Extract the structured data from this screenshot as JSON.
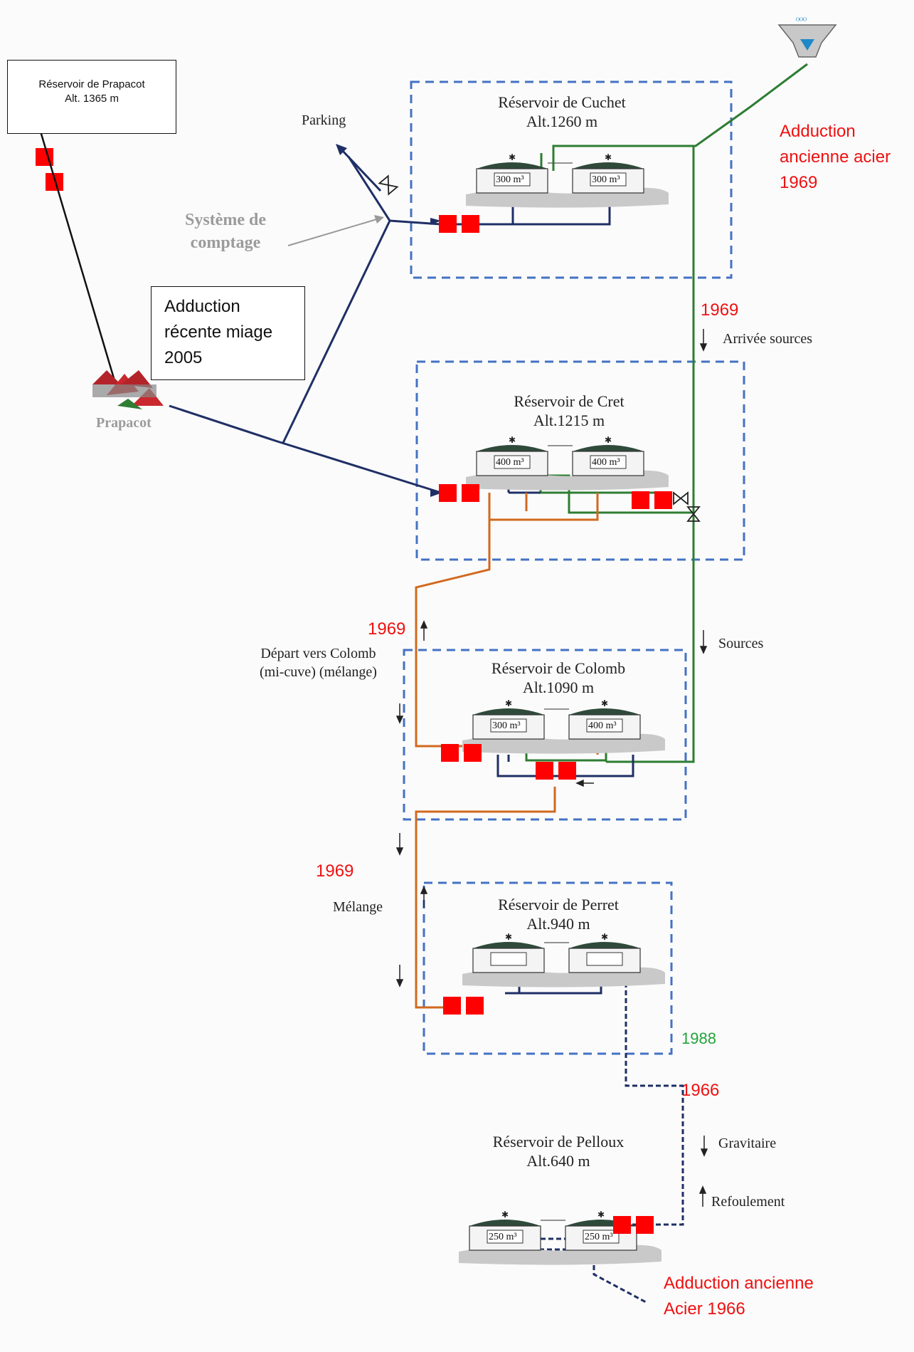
{
  "boxes": {
    "prapacot_reservoir": {
      "line1": "Réservoir de Prapacot",
      "line2": "Alt. 1365 m"
    },
    "adduction_recente": {
      "line1": "Adduction",
      "line2": "récente miage",
      "line3": "2005"
    }
  },
  "reservoirs": {
    "cuchet": {
      "name": "Réservoir de Cuchet",
      "alt": "Alt.1260 m",
      "tank1": "300 m³",
      "tank2": "300 m³"
    },
    "cret": {
      "name": "Réservoir de Cret",
      "alt": "Alt.1215 m",
      "tank1": "400 m³",
      "tank2": "400 m³"
    },
    "colomb": {
      "name": "Réservoir de Colomb",
      "alt": "Alt.1090 m",
      "tank1": "300 m³",
      "tank2": "400 m³"
    },
    "perret": {
      "name": "Réservoir de Perret",
      "alt": "Alt.940 m"
    },
    "pelloux": {
      "name": "Réservoir de Pelloux",
      "alt": "Alt.640 m",
      "tank1": "250 m³",
      "tank2": "250 m³"
    }
  },
  "labels": {
    "parking": "Parking",
    "systeme_line1": "Système de",
    "systeme_line2": "comptage",
    "prapacot": "Prapacot",
    "arrivee_sources": "Arrivée sources",
    "sources": "Sources",
    "depart_line1": "Départ vers Colomb",
    "depart_line2": "(mi-cuve) (mélange)",
    "melange": "Mélange",
    "gravitaire": "Gravitaire",
    "refoulement": "Refoulement"
  },
  "annotations": {
    "adduction_ancienne_1969_line1": "Adduction",
    "adduction_ancienne_1969_line2": "ancienne  acier",
    "adduction_ancienne_1969_line3": "1969",
    "year_1969_a": "1969",
    "year_1969_b": "1969",
    "year_1969_c": "1969",
    "year_1988": "1988",
    "year_1966": "1966",
    "adduction_ancienne_1966_line1": "Adduction ancienne",
    "adduction_ancienne_1966_line2": "Acier 1966"
  },
  "colors": {
    "frame_dash": "#4472c4",
    "pipe_navy": "#1f2f66",
    "pipe_green": "#2e7d32",
    "pipe_orange": "#d2691e",
    "valve_red": "#ff0000",
    "annotation_red": "#ee1111",
    "annotation_green": "#22a33a"
  }
}
